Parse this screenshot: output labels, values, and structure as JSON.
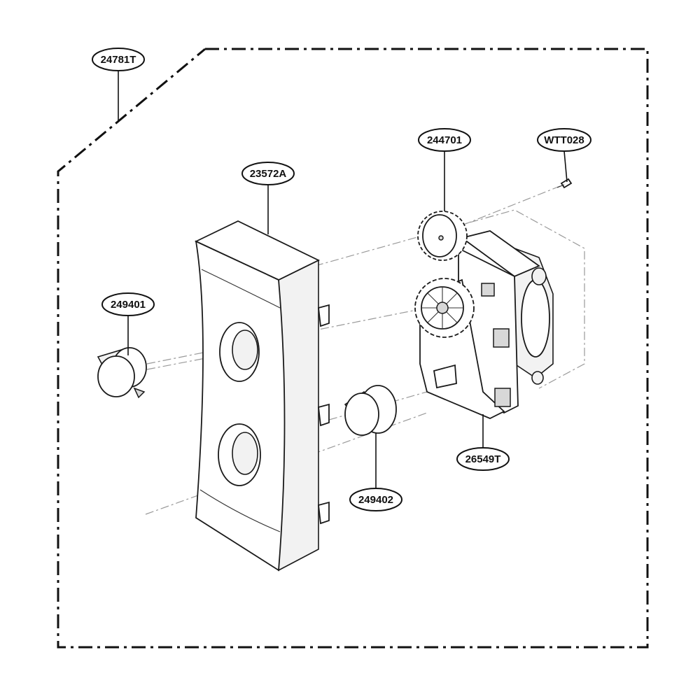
{
  "callouts": {
    "assembly": "24781T",
    "panel": "23572A",
    "gear": "244701",
    "screw": "WTT028",
    "knob_left": "249401",
    "knob_right": "249402",
    "timer": "26549T"
  }
}
